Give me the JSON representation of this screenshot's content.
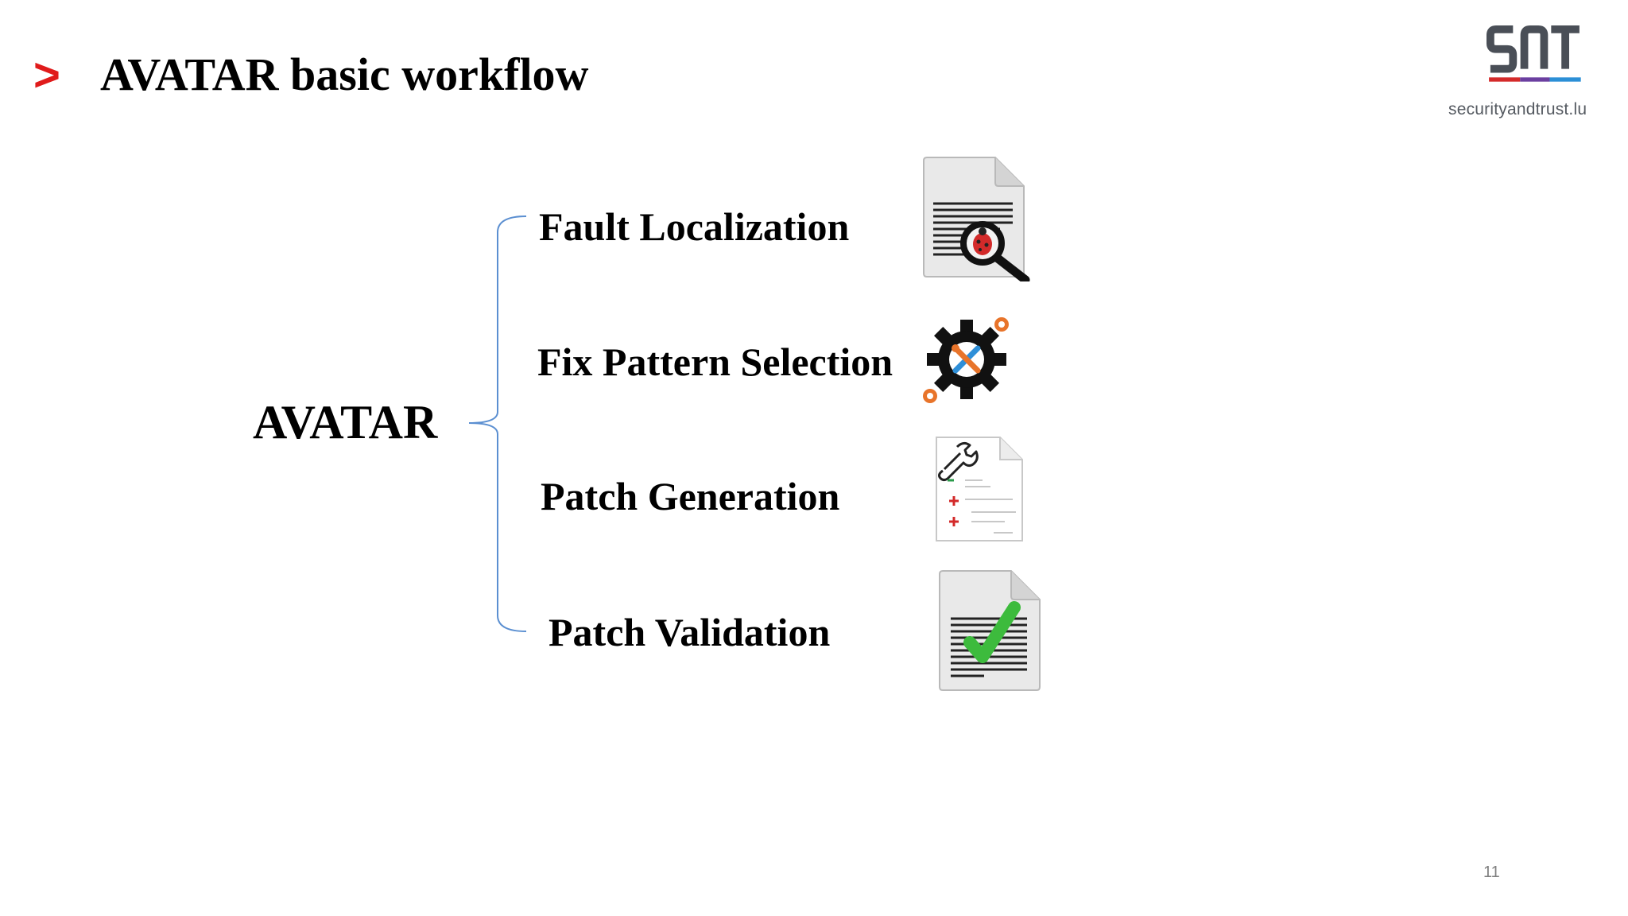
{
  "slide": {
    "title_marker": ">",
    "title": "AVATAR basic workflow",
    "page_number": "11"
  },
  "logo": {
    "letters": "SNT",
    "text": "securityandtrust.lu",
    "colors": {
      "letters": "#4a4f57",
      "bar_red": "#d42a2a",
      "bar_purple": "#6b3fa0",
      "bar_blue": "#2b8fd6"
    }
  },
  "diagram": {
    "root": "AVATAR",
    "steps": [
      {
        "label": "Fault Localization",
        "icon": "document-bug-magnifier-icon"
      },
      {
        "label": "Fix Pattern Selection",
        "icon": "gear-tools-icon"
      },
      {
        "label": "Patch Generation",
        "icon": "patch-file-icon"
      },
      {
        "label": "Patch Validation",
        "icon": "document-checkmark-icon"
      }
    ]
  },
  "colors": {
    "accent_red": "#e01b1b",
    "brace_blue": "#5b8fd1",
    "check_green": "#3dbb3d",
    "gear_orange": "#e8742a"
  }
}
